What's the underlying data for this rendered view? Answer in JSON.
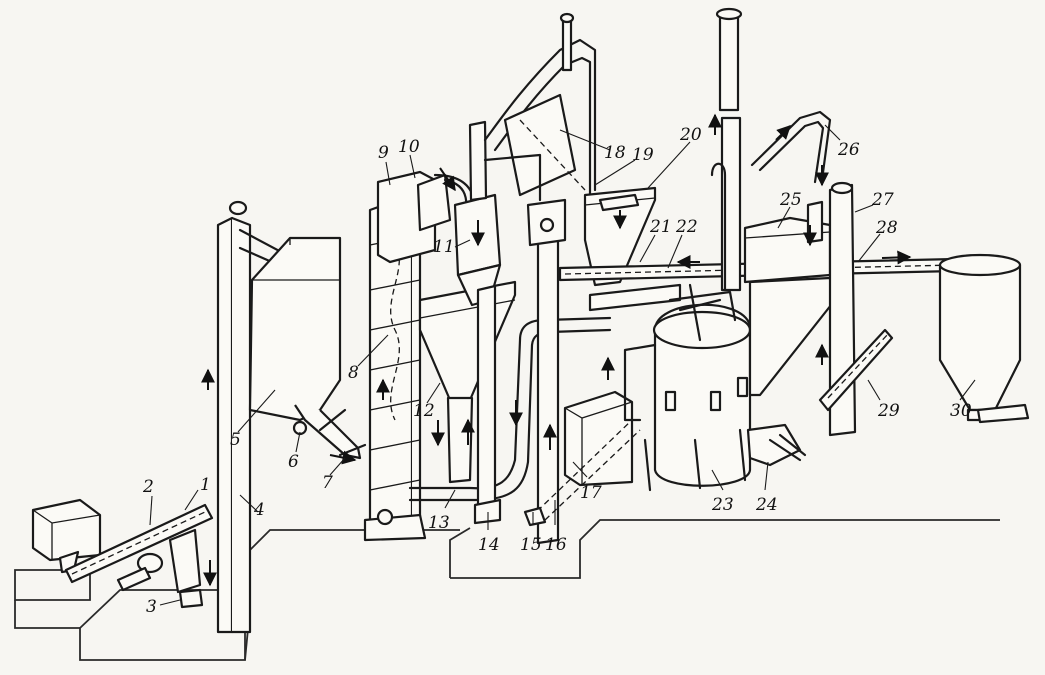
{
  "labels": [
    "1",
    "2",
    "3",
    "4",
    "5",
    "6",
    "7",
    "8",
    "9",
    "10",
    "11",
    "12",
    "13",
    "14",
    "15",
    "16",
    "17",
    "18",
    "19",
    "20",
    "21",
    "22",
    "23",
    "24",
    "25",
    "26",
    "27",
    "28",
    "29",
    "30"
  ]
}
